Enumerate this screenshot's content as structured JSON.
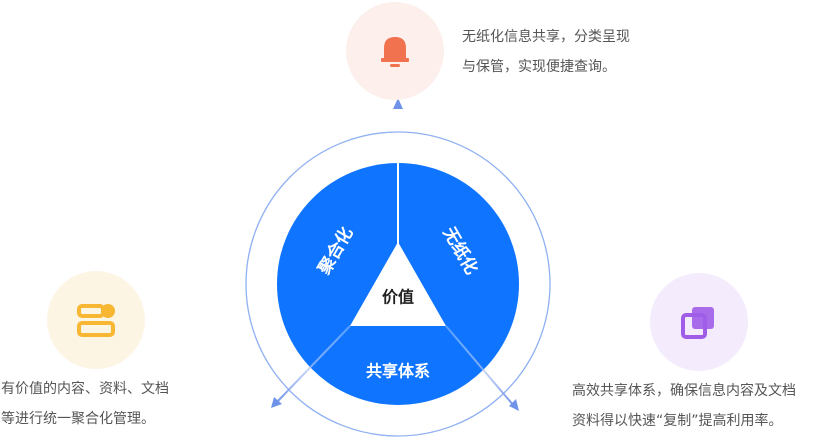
{
  "center": {
    "label": "价值"
  },
  "segments": {
    "left": "聚合化",
    "right": "无纸化",
    "bottom": "共享体系"
  },
  "nodes": {
    "top": {
      "icon": "bell-icon",
      "color": "#f0724f",
      "bg": "#fcefec",
      "lines": [
        "无纸化信息共享，分类呈现",
        "与保管，实现便捷查询。"
      ]
    },
    "left": {
      "icon": "storage-icon",
      "color": "#f7b733",
      "bg": "#fdf5e4",
      "lines": [
        "有价值的内容、资料、文档",
        "等进行统一聚合化管理。"
      ]
    },
    "right": {
      "icon": "copy-icon",
      "color": "#a05ee8",
      "bg": "#f4ecfd",
      "lines": [
        "高效共享体系，确保信息内容及文档",
        "资料得以快速“复制”提高利用率。"
      ]
    }
  },
  "colors": {
    "primary": "#0f74ff",
    "ring": "#8fb0f2",
    "arrow": "#6f93e8"
  }
}
